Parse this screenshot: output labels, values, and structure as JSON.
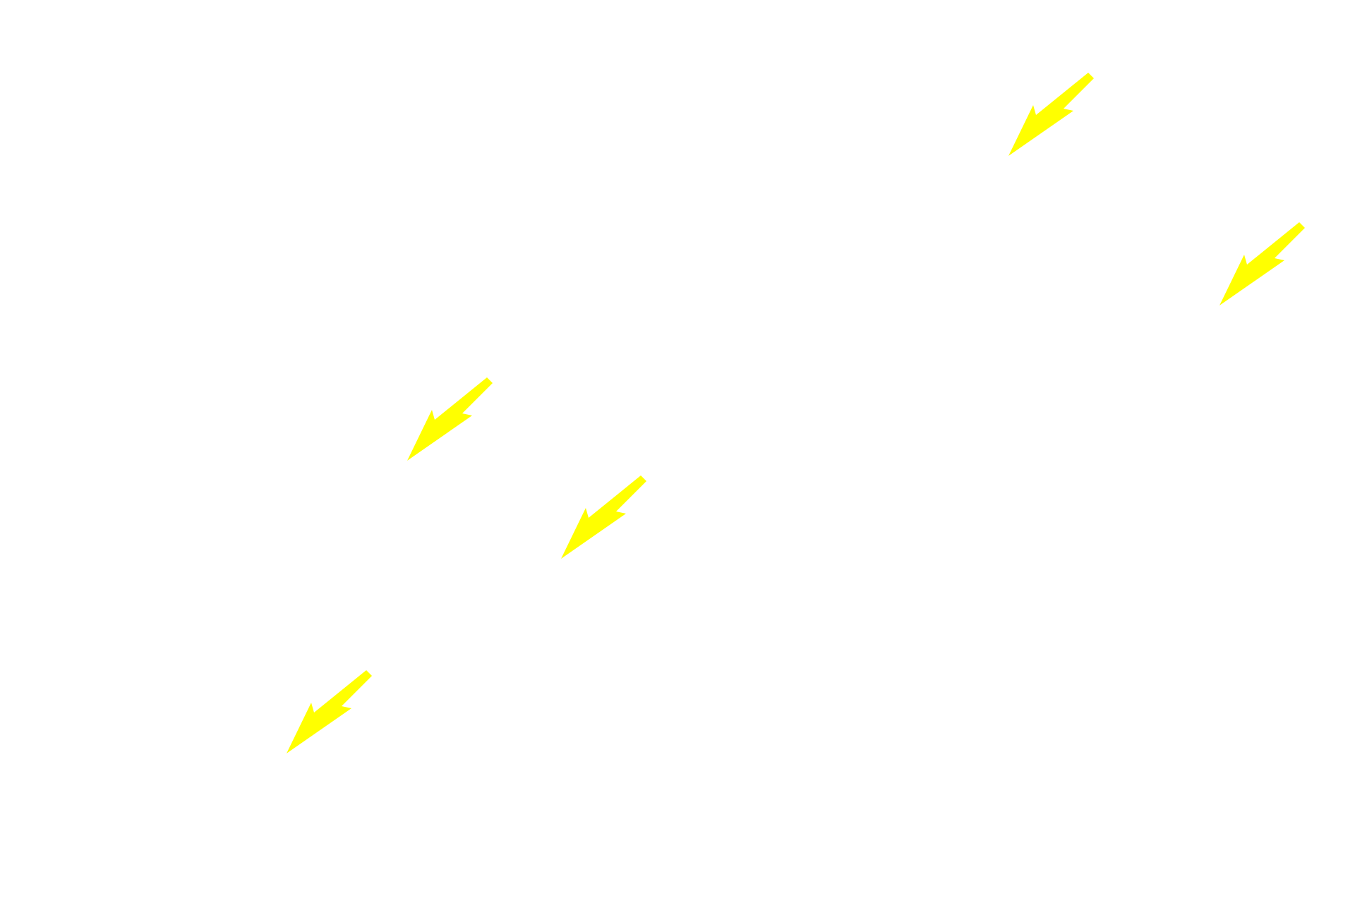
{
  "canvas": {
    "background": "#ffffff"
  },
  "arrows": {
    "color": "#ffff00",
    "direction": "down-left",
    "count": 5,
    "items": [
      {
        "id": 1,
        "icon": "arrow-down-left-icon"
      },
      {
        "id": 2,
        "icon": "arrow-down-left-icon"
      },
      {
        "id": 3,
        "icon": "arrow-down-left-icon"
      },
      {
        "id": 4,
        "icon": "arrow-down-left-icon"
      },
      {
        "id": 5,
        "icon": "arrow-down-left-icon"
      }
    ]
  }
}
